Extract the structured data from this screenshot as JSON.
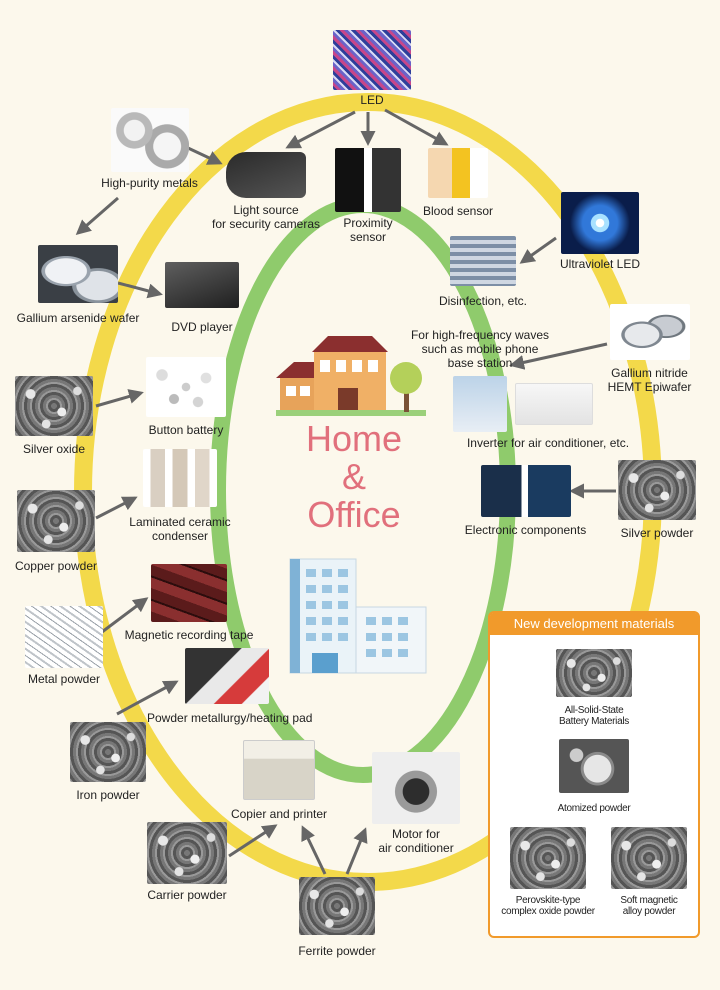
{
  "center_text": [
    "Home",
    "&",
    "Office"
  ],
  "new_dev_title": "New development materials",
  "labels": {
    "led": "LED",
    "high_purity_metals": "High-purity metals",
    "security_cameras": [
      "Light source",
      "for security cameras"
    ],
    "proximity_sensor": [
      "Proximity",
      "sensor"
    ],
    "blood_sensor": "Blood sensor",
    "ultraviolet_led": "Ultraviolet LED",
    "disinfection": "Disinfection, etc.",
    "gallium_arsenide": "Gallium arsenide wafer",
    "dvd_player": "DVD player",
    "high_freq": [
      "For high-frequency waves",
      "such as mobile phone",
      "base station"
    ],
    "gan_hemt": [
      "Gallium nitride",
      "HEMT Epiwafer"
    ],
    "silver_oxide": "Silver oxide",
    "button_battery": "Button battery",
    "inverter": "Inverter for air conditioner, etc.",
    "electronic_components": "Electronic components",
    "silver_powder": "Silver powder",
    "copper_powder": "Copper powder",
    "laminated_ceramic": [
      "Laminated ceramic",
      "condenser"
    ],
    "magnetic_tape": "Magnetic recording tape",
    "metal_powder": "Metal powder",
    "powder_metallurgy": "Powder metallurgy/heating pad",
    "iron_powder": "Iron powder",
    "copier": "Copier and printer",
    "motor": [
      "Motor for",
      "air conditioner"
    ],
    "carrier_powder": "Carrier powder",
    "ferrite_powder": "Ferrite powder",
    "all_solid_state": [
      "All-Solid-State",
      "Battery Materials"
    ],
    "atomized_powder": "Atomized powder",
    "perovskite": [
      "Perovskite-type",
      "complex oxide powder"
    ],
    "soft_magnetic": [
      "Soft magnetic",
      "alloy powder"
    ]
  },
  "colors": {
    "outer_ring": "#f3d94a",
    "inner_ring": "#8fcb6c",
    "arrow": "#666666",
    "center_text": "#e1707c",
    "new_dev_accent": "#f19a2b"
  }
}
